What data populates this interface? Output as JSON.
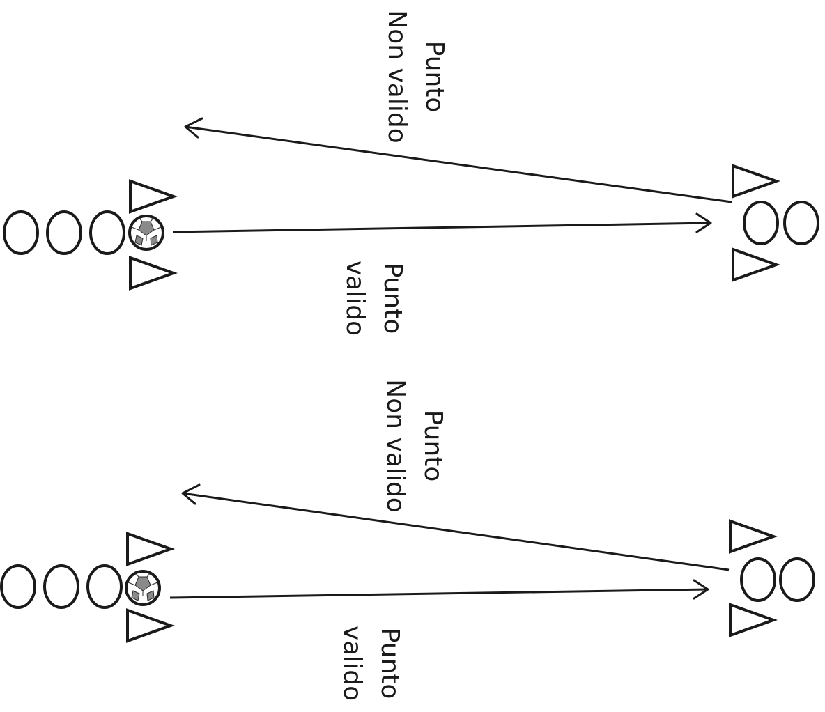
{
  "drills": [
    {
      "invalid_label": [
        "Punto",
        "Non valido"
      ],
      "valid_label": [
        "Punto",
        "valido"
      ]
    },
    {
      "invalid_label": [
        "Punto",
        "Non valido"
      ],
      "valid_label": [
        "Punto",
        "valido"
      ]
    }
  ],
  "colors": {
    "ink": "#1a1a1a",
    "background": "#ffffff"
  },
  "icons": {
    "player": "ellipse-outline",
    "cone": "triangle-outline",
    "ball": "soccer-ball"
  }
}
